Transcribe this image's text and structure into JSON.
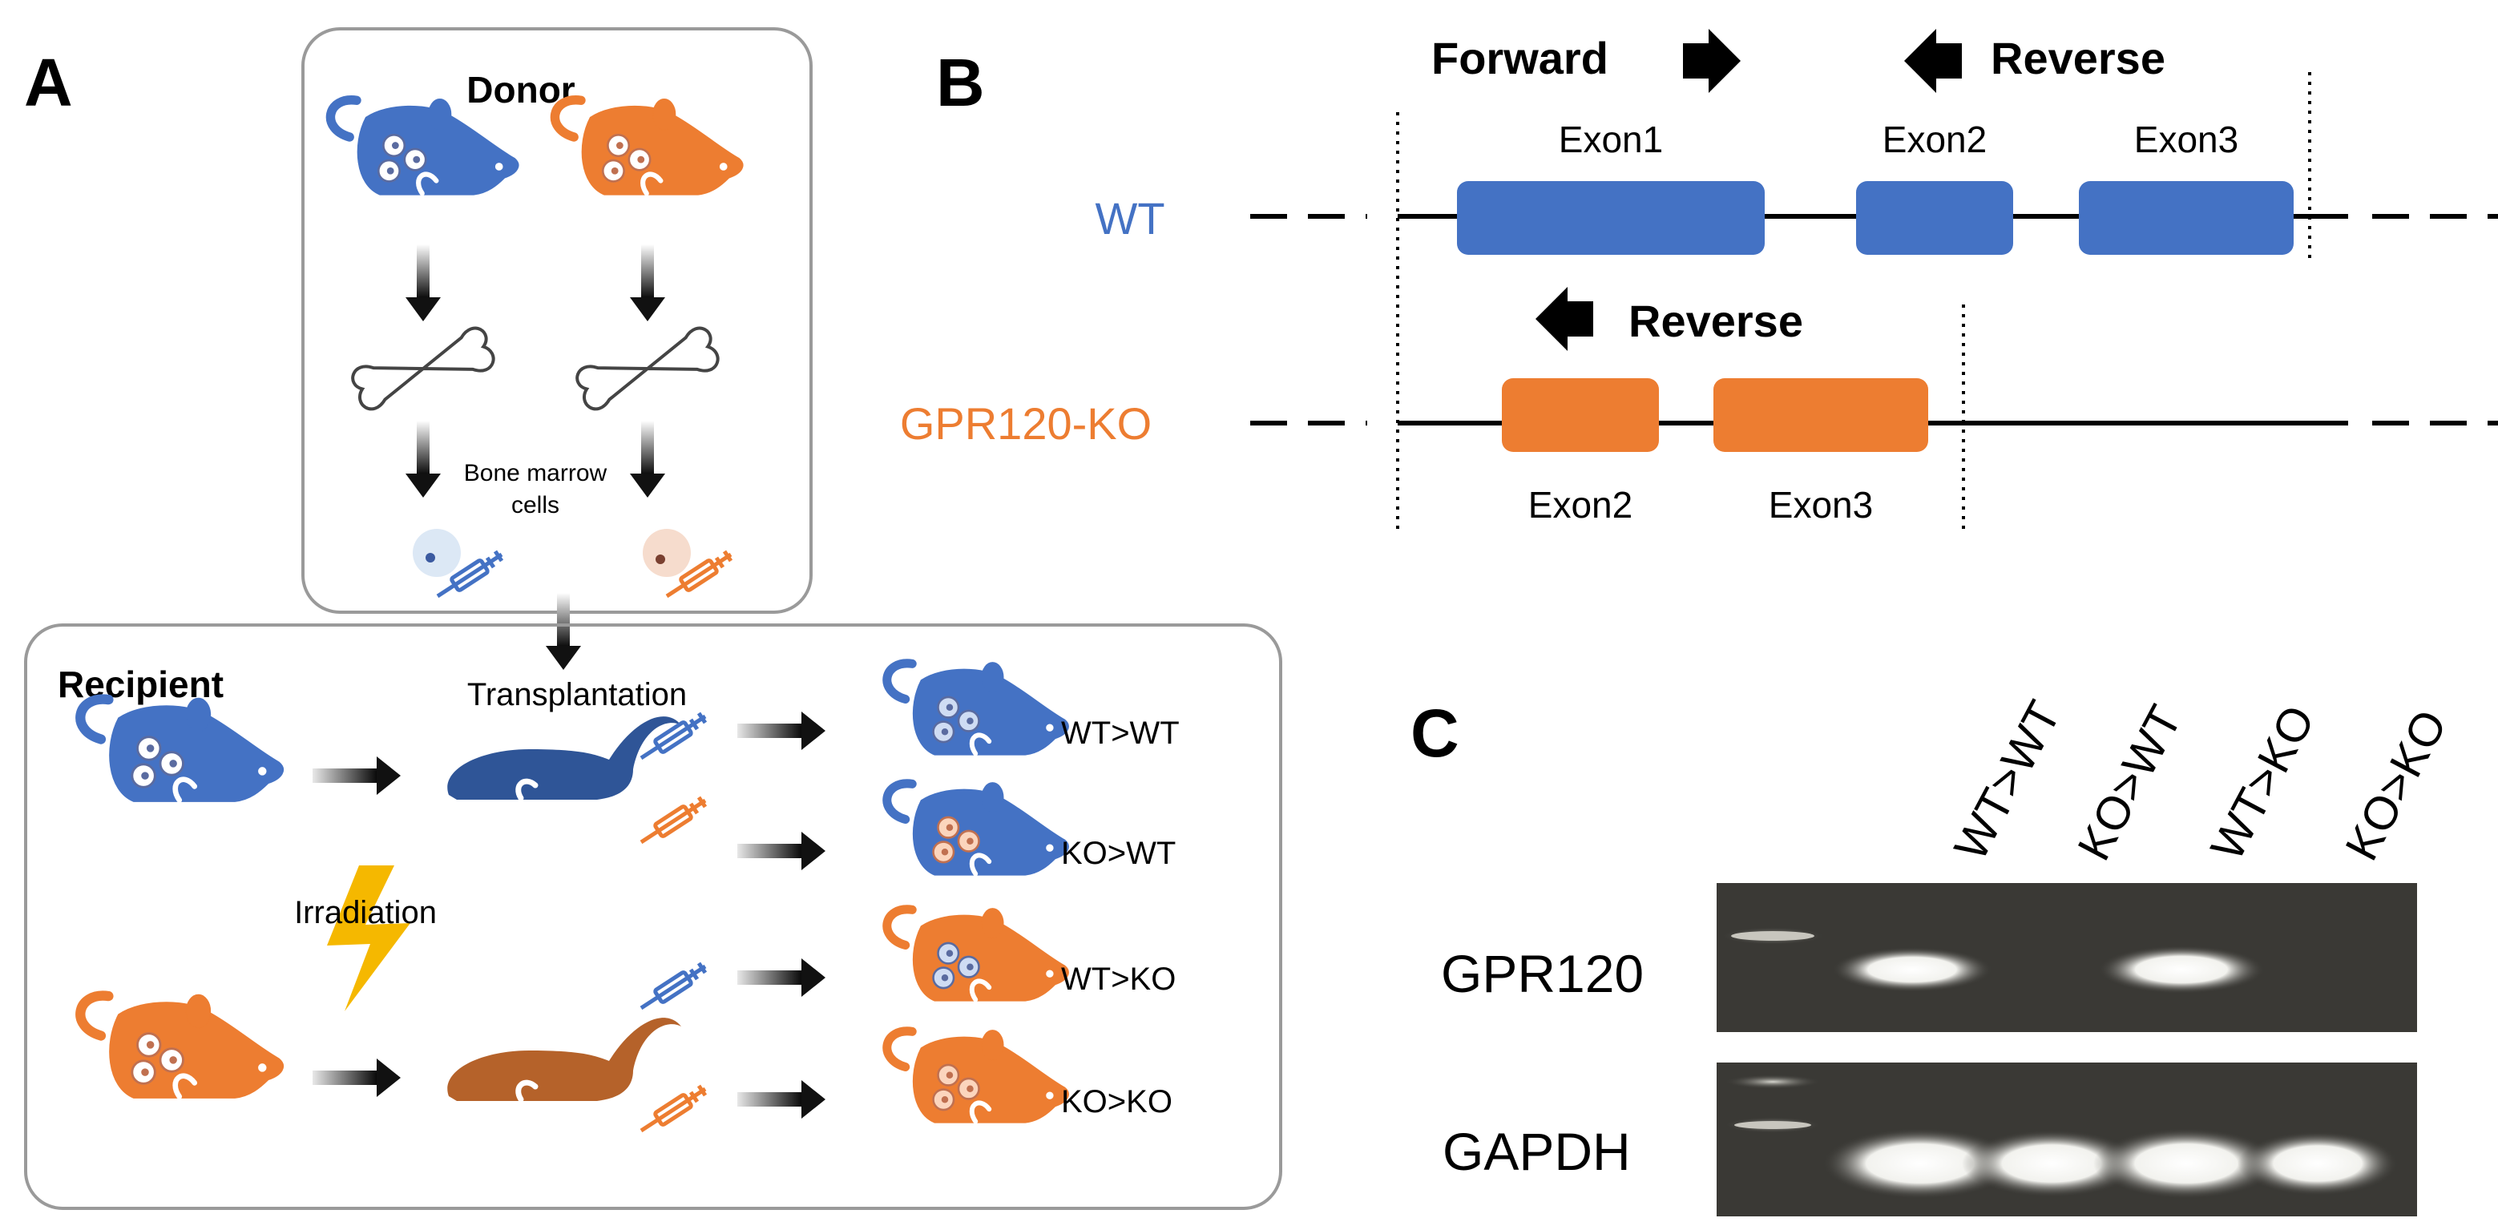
{
  "panels": {
    "a": {
      "letter": "A",
      "donor": "Donor",
      "bone_marrow": [
        "Bone marrow",
        "cells"
      ],
      "recipient": "Recipient",
      "transplantation": "Transplantation",
      "irradiation": "Irradiation",
      "groups": [
        "WT>WT",
        "KO>WT",
        "WT>KO",
        "KO>KO"
      ]
    },
    "b": {
      "letter": "B",
      "forward": "Forward",
      "reverse_top": "Reverse",
      "reverse_ko": "Reverse",
      "wt_label": "WT",
      "ko_label": "GPR120-KO",
      "wt_exons": [
        "Exon1",
        "Exon2",
        "Exon3"
      ],
      "ko_exons": [
        "Exon2",
        "Exon3"
      ]
    },
    "c": {
      "letter": "C",
      "lanes": [
        "WT>WT",
        "KO>WT",
        "WT>KO",
        "KO>KO"
      ],
      "rows": [
        "GPR120",
        "GAPDH"
      ]
    }
  },
  "colors": {
    "wt": "#4472C4",
    "wt_dark": "#3760B0",
    "ko": "#ED7D31",
    "ko_dark": "#C0662A",
    "lightning": "#F5B800",
    "gel": "#3a3935"
  },
  "icons": [
    "mouse-icon",
    "bone-icon",
    "syringe-icon",
    "cell-icon",
    "arrow-icon",
    "lightning-icon"
  ]
}
